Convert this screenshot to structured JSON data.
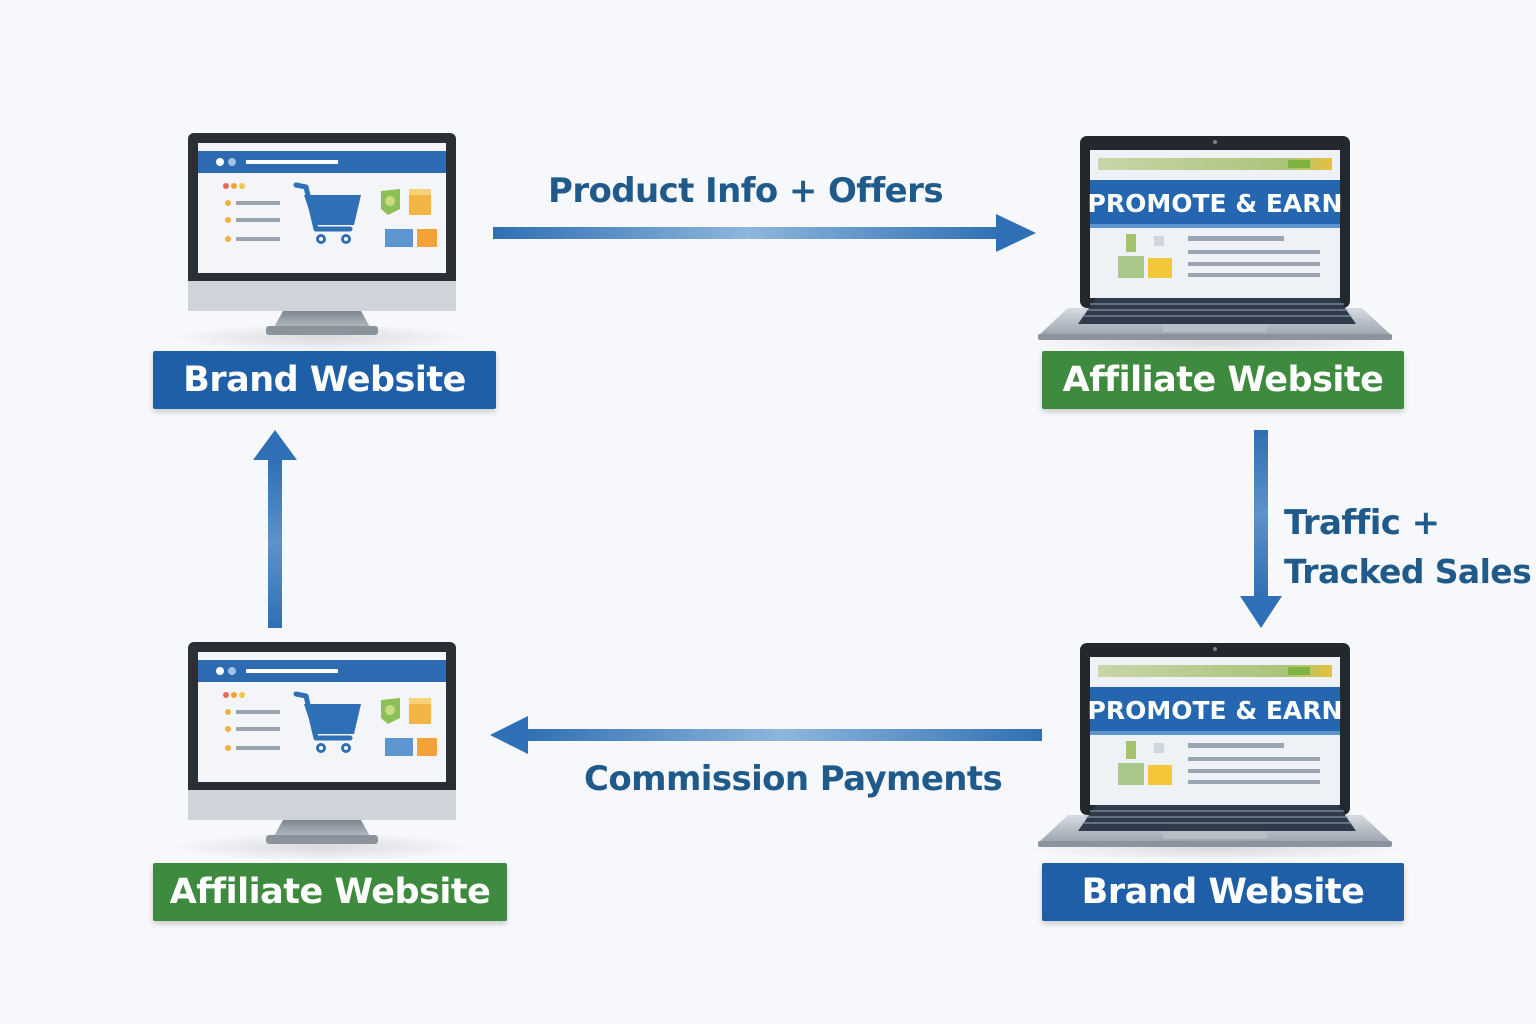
{
  "colors": {
    "brand_blue": "#1f5fa8",
    "affiliate_green": "#3e8a3e",
    "arrow_blue": "#2e6fb5",
    "edge_text": "#1f5a8a"
  },
  "nodes": {
    "top_left": {
      "label": "Brand Website",
      "device": "monitor",
      "screen": "shop-cart",
      "color": "#1f5fa8"
    },
    "top_right": {
      "label": "Affiliate Website",
      "device": "laptop",
      "screen": "promote-and-earn",
      "color": "#3e8a3e",
      "screen_title": "PROMOTE & EARN"
    },
    "bottom_right": {
      "label": "Brand Website",
      "device": "laptop",
      "screen": "promote-and-earn",
      "color": "#1f5fa8",
      "screen_title": "PROMOTE & EARN"
    },
    "bottom_left": {
      "label": "Affiliate Website",
      "device": "monitor",
      "screen": "shop-cart",
      "color": "#3e8a3e"
    }
  },
  "edges": {
    "top": {
      "label": "Product Info + Offers",
      "direction": "right"
    },
    "right": {
      "label_line1": "Traffic +",
      "label_line2": "Tracked Sales",
      "direction": "down"
    },
    "bottom": {
      "label": "Commission Payments",
      "direction": "left"
    },
    "left": {
      "label": "",
      "direction": "up"
    }
  }
}
